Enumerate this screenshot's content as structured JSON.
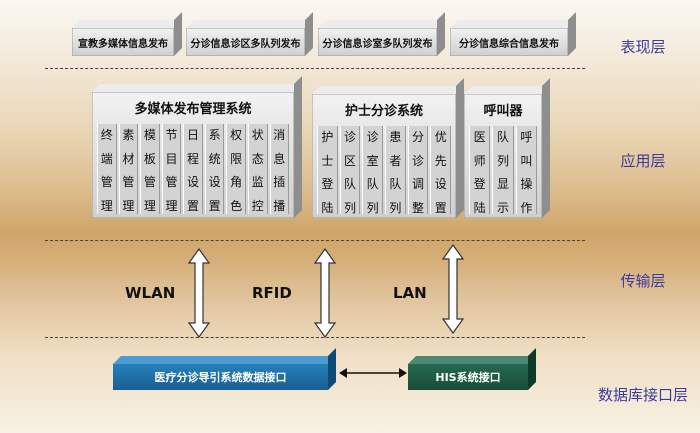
{
  "presentation_boxes": [
    "宣教多媒体信息发布",
    "分诊信息诊区多队列发布",
    "分诊信息诊室多队列发布",
    "分诊信息综合信息发布"
  ],
  "layers": {
    "presentation": "表现层",
    "application": "应用层",
    "transport": "传输层",
    "database": "数据库接口层"
  },
  "app_systems": [
    {
      "title": "多媒体发布管理系统",
      "columns": [
        "终端管理",
        "素材管理",
        "模板管理",
        "节目管理",
        "日程设置",
        "系统设置",
        "权限角色",
        "状态监控",
        "消息插播"
      ]
    },
    {
      "title": "护士分诊系统",
      "columns": [
        "护士登陆",
        "诊区队列",
        "诊室队列",
        "患者队列",
        "分诊调整",
        "优先设置"
      ]
    },
    {
      "title": "呼叫器",
      "columns": [
        "医师登陆",
        "队列显示",
        "呼叫操作"
      ]
    }
  ],
  "transport_labels": [
    "WLAN",
    "RFID",
    "LAN"
  ],
  "db_interfaces": {
    "left": "医疗分诊导引系统数据接口",
    "right": "HIS系统接口"
  },
  "colors": {
    "layer_label": "#3a3aa0",
    "db_left": "#1f6fa6",
    "db_right": "#1f5a45"
  }
}
